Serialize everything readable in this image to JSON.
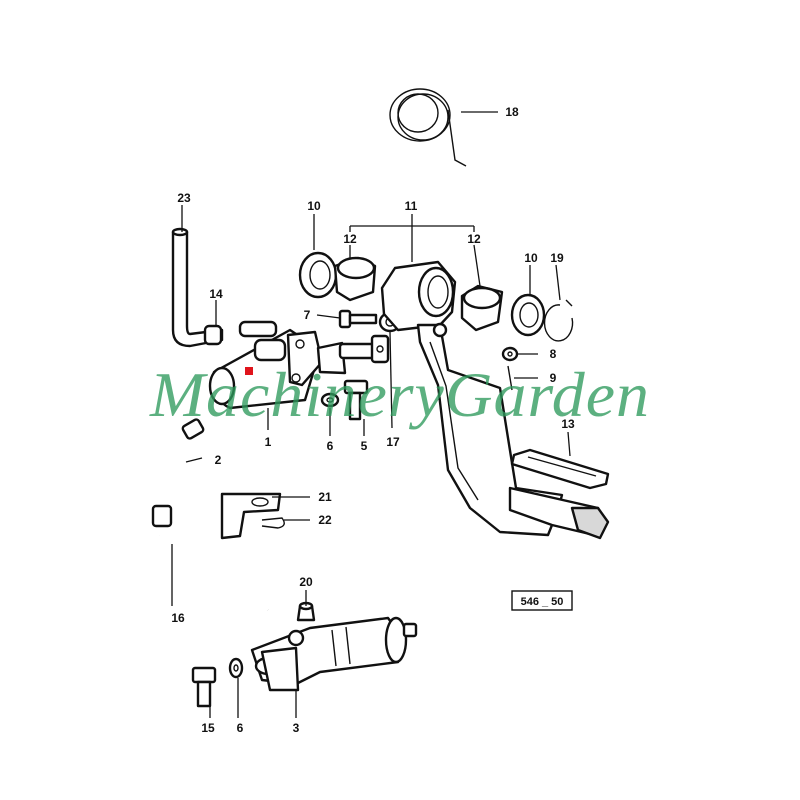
{
  "callouts": {
    "c1": "1",
    "c2": "2",
    "c3": "3",
    "c5": "5",
    "c6a": "6",
    "c6b": "6",
    "c7": "7",
    "c8": "8",
    "c9": "9",
    "c10a": "10",
    "c10b": "10",
    "c11": "11",
    "c12a": "12",
    "c12b": "12",
    "c13": "13",
    "c14": "14",
    "c15": "15",
    "c16": "16",
    "c17": "17",
    "c18": "18",
    "c19": "19",
    "c20": "20",
    "c21": "21",
    "c22": "22",
    "c23": "23"
  },
  "reference_code": "546 _ 50",
  "watermark": "MachineryGarden",
  "colors": {
    "line": "#111111",
    "watermark": "#2e9a5c",
    "marker": "#e0141c"
  }
}
